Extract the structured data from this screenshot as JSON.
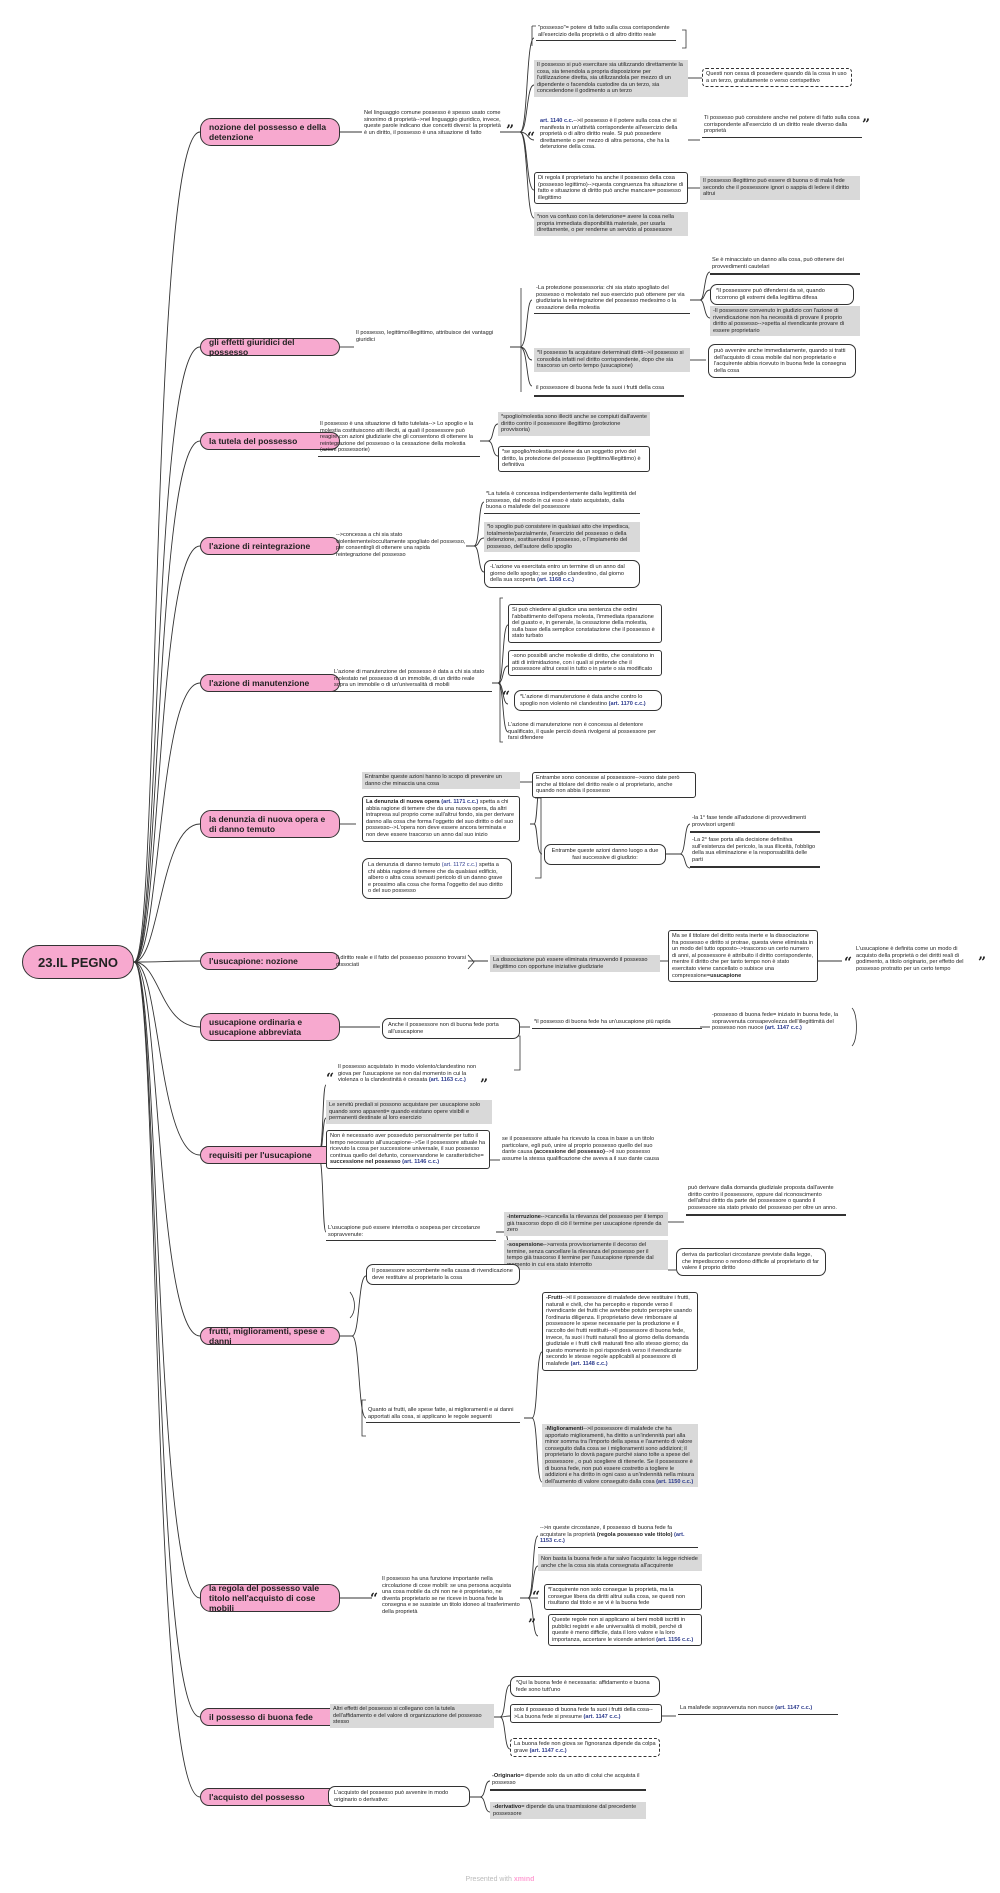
{
  "root": "23.IL PEGNO",
  "topics": [
    "nozione del possesso e della detenzione",
    "gli effetti giuridici del possesso",
    "la tutela del possesso",
    "l'azione di reintegrazione",
    "l'azione di manutenzione",
    "la denunzia di nuova opera e di danno temuto",
    "l'usucapione: nozione",
    "usucapione ordinaria e usucapione abbreviata",
    "requisiti per l'usucapione",
    "frutti, miglioramenti, spese e danni",
    "la regola del possesso vale titolo nell'acquisto di cose mobili",
    "il possesso di buona fede",
    "l'acquisto del possesso"
  ],
  "t1": {
    "intro": "Nel linguaggio comune possesso è spesso usato come sinonimo di proprietà-->nel linguaggio giuridico, invece, queste parole indicano due concetti diversi: la proprietà è un diritto, il possesso è una situazione di fatto",
    "a": "\"possesso\"= potere di fatto sulla cosa corrispondente all'esercizio della proprietà o di altro diritto reale",
    "b": "Il possesso si può esercitare sia utilizzando direttamente la cosa, sia tenendola a propria disposizione per l'utilizzazione diretta, sia utilizzandola per mezzo di un dipendente o facendola custodire da un terzo, sia concedendone il godimento a un terzo",
    "b1": "Questi non cessa di possedere quando dà la cosa in uso a un terzo, gratuitamente o verso corrispettivo",
    "c_ref": "art. 1140 c.c.",
    "c": "-->il possesso è il potere sulla cosa che si manifesta in un'attività corrispondente all'esercizio della proprietà o di altro diritto reale. Si può possedere direttamente o per mezzo di altra persona, che ha la detenzione della cosa.",
    "c1": "Ti possesso può consistere anche nel potere di fatto sulla cosa corrispondente all'esercizio di un diritto reale diverso dalla proprietà",
    "d": "Di regola il proprietario ha anche il possesso della cosa (possesso legittimo)-->questa congruenza fra situazione di fatto e situazione di diritto può anche mancare= possesso illegittimo",
    "d1": "Il possesso illegittimo può essere di buona o di mala fede secondo che il possessore ignori o sappia di ledere il diritto altrui",
    "e": "*non va confuso con la detenzione= avere la cosa nella propria immediata disponibilità materiale, per usarla direttamente, o per renderne un servizio al possessore"
  },
  "t2": {
    "intro": "Il possesso, legittimo/illegittimo, attribuisce dei vantaggi giuridici",
    "a": "-La protezione possessoria: chi sia stato spogliato del possesso o molestato nel suo esercizio può ottenere per via giudiziaria la reintegrazione del possesso medesimo o la cessazione della molestia",
    "a0": "Se è minacciato un danno alla cosa, può ottenere dei provvedimenti cautelari",
    "a1": "*Il possessore può difendersi da sé, quando ricorrono gli estremi della legittima difesa",
    "a2": "-Il possessore convenuto in giudizio con l'azione di rivendicazione non ha necessità di provare il proprio diritto al possesso-->spetta al rivendicante provare di essere proprietario",
    "b": "*Il possesso fa acquistare determinati diritti-->il possesso si consolida infatti nel diritto corrispondente, dopo che sia trascorso un certo tempo (usucapione)",
    "b1": "può avvenire anche immediatamente, quando si tratti dell'acquisto di cosa mobile dal non proprietario e l'acquirente abbia ricevuto in buona fede la consegna della cosa",
    "c": "il possessore di buona fede fa suoi i frutti della cosa"
  },
  "t3": {
    "intro": "Il possesso è una situazione di fatto tutelata--> Lo spoglio e la molestia costituiscono atti illeciti, ai quali il possessore può reagire con azioni giudiziarie che gli consentono di ottenere la reintegrazione del possesso o la cessazione della molestia (azioni possessorie)",
    "a": "*spoglio/molestia sono illeciti anche se compiuti dall'avente diritto contro il possessore illegittimo (protezione provvisoria)",
    "b": "*se spoglio/molestia proviene da un soggetto privo del diritto, la protezione del possesso (legittimo/illegittimo) è definitiva"
  },
  "t4": {
    "intro": "-->concessa a chi sia stato violentemente/occultamente spogliato del possesso, per consentirgli di ottenere una rapida reintegrazione del possesso",
    "a": "*La tutela è concessa indipendentemente dalla legittimità del possesso, dal modo in cui esso è stato acquistato, dalla buona o malafede del possessore",
    "b": "*lo spoglio può consistere in qualsiasi atto che impedisca, totalmente/parzialmente, l'esercizio del possesso o della detenzione, sostituendosi il possesso, o l'impiamento del possesso, dell'autore dello spoglio",
    "c": "-L'azione va esercitata entro un termine di un anno dal giorno dello spoglio; se spoglio clandestino, dal giorno della sua scoperta",
    "c_ref": "(art. 1168 c.c.)"
  },
  "t5": {
    "intro": "L'azione di manutenzione del possesso è data a chi sia stato molestato nel possesso di un immobile, di un diritto reale sopra un immobile o di un'universalità di mobili",
    "a": "Si può chiedere al giudice una sentenza che ordini l'abbattimento dell'opera molesta, l'immediata riparazione del guasto e, in generale, la cessazione della molestia, sulla base della semplice constatazione che il possesso è stato turbato",
    "b": "-sono possibili anche molestie di diritto, che consistono in atti di intimidazione, con i quali si pretende che il possessore altrui cessi in tutto o in parte o sia modificato",
    "c": "*L'azione di manutenzione è data anche contro lo spoglio non violento né clandestino",
    "c_ref": "(art. 1170 c.c.)",
    "d": "L'azione di manutenzione non è concessa al detentore qualificato, il quale perciò dovrà rivolgersi al possessore per farsi difendere"
  },
  "t6": {
    "a": "Entrambe queste azioni hanno lo scopo di prevenire un danno che minaccia una cosa",
    "a1": "Entrambe sono concesse al possessore-->sono date però anche al titolare del diritto reale o al proprietario, anche quando non abbia il possesso",
    "b_bold": "La denunzia di nuova opera",
    "b_ref": "(art. 1171 c.c.)",
    "b": "spetta a chi abbia ragione di temere che da una nuova opera, da altri intrapresa sul proprio come sull'altrui fondo, sia per derivare danno alla cosa che forma l'oggetto del suo diritto o del suo possesso-->L'opera non deve essere ancora terminata e non deve essere trascorso un anno dal suo inizio",
    "c": "La denunzia di danno temuto",
    "c_ref": "(art. 1172 c.c.)",
    "c_rest": "spetta a chi abbia ragione di temere che da qualsiasi edificio, albero o altra cosa sovrasti pericolo di un danno grave e prossimo alla cosa che forma l'oggetto del suo diritto o del suo possesso",
    "d": "Entrambe queste azioni danno luogo a due fasi successive di giudizio:",
    "d1": "-la 1° fase tende all'adozione di provvedimenti provvisori urgenti",
    "d2": "-La 2° fase porta alla decisione definitiva sull'esistenza del pericolo, la sua illiceità, l'obbligo della sua eliminazione e la responsabilità delle parti"
  },
  "t7": {
    "intro": "Il diritto reale e il fatto del possesso possono trovarsi dissociati",
    "a": "La dissociazione può essere eliminata rimuovendo il possesso illegittimo con opportune iniziative giudiziarie",
    "b": "Ma se il titolare del diritto resta inerte e la dissociazione fra possesso e diritto si protrae, questa viene eliminata in un modo del tutto opposto-->trascorso un certo numero di anni, al possessore è attribuito il diritto corrispondente, mentre il diritto che per tanto tempo non è stato esercitato viene cancellato o subisce una compressione=",
    "b_bold": "usucapione",
    "c": "L'usucapione è definita come un modo di acquisto della proprietà o dei diritti reali di godimento, a titolo originario, per effetto del possesso protratto per un certo tempo"
  },
  "t8": {
    "intro": "Anche il possessore non di buona fede porta all'usucapione",
    "a": "*il possesso di buona fede ha un'usucapione più rapida",
    "b": "-possesso di buona fede= iniziato in buona fede, la sopravvenuta consapevolezza dell'illegittimità del possesso non nuoce",
    "b_ref": "(art. 1147 c.c.)"
  },
  "t9": {
    "a": "Il possesso acquistato in modo violento/clandestino non giova per l'usucapione se non dal momento in cui la violenza o la clandestinità è cessata",
    "a_ref": "(art. 1163 c.c.)",
    "b": "Le servitù prediali si possono acquistare per usucapione solo quando sono apparenti= quando esistano opere visibili e permanenti destinate al loro esercizio",
    "c": "Non è necessario aver posseduto personalmente per tutto il tempo necessario all'usucapione-->Se il possessore attuale ha ricevuto la cosa per successione universale, il suo possesso continua quello del defunto, conservandone le caratteristiche=",
    "c_bold": "successione nel possesso",
    "c_ref": "(art. 1146 c.c.)",
    "c1": "se il possessore attuale ha ricevuto la cosa in base a un titolo particolare, egli può, unire al proprio possesso quello del suo dante causa",
    "c1_bold": "(accessione del possesso)",
    "c1_rest": "-->il suo possesso assume la stessa qualificazione che aveva a il suo dante causa",
    "d": "L'usucapione può essere interrotta o sospesa per circostanze sopravvenute:",
    "d1_bold": "-interruzione-",
    "d1": "->cancella la rilevanza del possesso per il tempo già trascorso dopo di ciò il termine per usucapione riprende da zero",
    "d1a": "può derivare dalla domanda giudiziale proposta dall'avente diritto contro il possessore, oppure dal riconoscimento dell'altrui diritto da parte del possessore o quando il possessore sia stato privato del possesso per oltre un anno.",
    "d2_bold": "-sospensione-",
    "d2": "->arresta provvisoriamente il decorso del termine, senza cancellare la rilevanza del possesso per il tempo già trascorso il termine per l'usucapione riprende dal momento in cui era stato interrotto",
    "d2a": "deriva da particolari circostanze previste dalla legge, che impediscono o rendono difficile al proprietario di far valere il proprio diritto"
  },
  "t10": {
    "a": "Il possessore soccombente nella causa di rivendicazione deve restituire al proprietario la cosa",
    "b": "Quanto ai frutti, alle spese fatte, ai miglioramenti e ai danni apportati alla cosa, si applicano le regole seguenti",
    "c_bold": "-Frutti",
    "c": "-->il il possessore di malafede deve restituire i frutti, naturali e civili, che ha percepito e risponde verso il rivendicante dei frutti che avrebbe potuto percepire usando l'ordinaria diligenza. Il proprietario deve rimborsare al possessore le spese necessarie per la produzione e il raccolto dei frutti restituiti-->Il possessore di buona fede, invece, fa suoi i frutti naturali fino al giorno della domanda giudiziale e i frutti civili maturati fino allo stesso giorno; da questo momento in poi risponderà verso il rivendicante secondo le stesse regole applicabili al possessore di malafede",
    "c_ref": "(art. 1148 c.c.)",
    "d_bold": "-Miglioramenti",
    "d": "-->il possessore di malafede che ha apportato miglioramenti, ha diritto a un'indennità pari alla minor somma tra l'importo della spesa e l'aumento di valore conseguito dalla cosa se i miglioramenti sono addizioni; il proprietario lo dovrà pagare purché siano tolte a spese del possessore , o può scegliere di ritenerle. Se il possessore è di buona fede, non può essere costretto a togliere le addizioni e ha diritto in ogni caso a un'indennità nella misura dell'aumento di valore conseguito dalla cosa",
    "d_ref": "(art. 1150 c.c.)"
  },
  "t11": {
    "intro": "Il possesso ha una funzione importante nella circolazione di cose mobili: se una persona acquista una cosa mobile da chi non ne è proprietario, ne diventa proprietario se ne riceve in buona fede la consegna e se sussiste un titolo idoneo al trasferimento della proprietà",
    "a": "-->in queste circostanze, il possesso di buona fede fa acquistare la proprietà",
    "a_bold": "(regola possesso vale titolo)",
    "a_ref": "(art. 1153 c.c.)",
    "b": "Non basta la buona fede a far salvo l'acquisto: la legge richiede anche che la cosa sia stata consegnata all'acquirente",
    "c": "*l'acquirente non solo consegue la proprietà, ma la consegue libera da diritti altrui sulla cosa, se questi non risultano dal titolo e se vi è la buona fede",
    "d": "Queste regole non si applicano ai beni mobili iscritti in pubblici registri e alle universalità di mobili, perché di queste è meno difficile, data il loro valore e la loro importanza, accertare le vicende anteriori",
    "d_ref": "(art. 1156 c.c.)"
  },
  "t12": {
    "intro": "Altri effetti del possesso si collegano con la tutela dell'affidamento e del valore di organizzazione del possesso stesso",
    "a": "*Qui la buona fede è necessaria: affidamento e buona fede sono tutt'uno",
    "b": "solo il possesso di buona fede fa suoi i frutti della cosa-->La buona fede si presume",
    "b_ref": "(art. 1147 c.c.)",
    "b1": "La malafede sopravvenuta non nuoce",
    "b1_ref": "(art. 1147 c.c.)",
    "c": "La buona fede non giova se l'ignoranza dipende da colpa grave",
    "c_ref": "(art. 1147 c.c.)"
  },
  "t13": {
    "intro": "L'acquisto del possesso può avvenire in modo originario o derivativo:",
    "a_bold": "-Originario",
    "a": "= dipende solo da un atto di colui che acquista il possesso",
    "b_bold": "-derivativo",
    "b": "= dipende da una trasmissione dal precedente possessore"
  },
  "footer": {
    "prefix": "Presented with",
    "brand": "xmind"
  }
}
